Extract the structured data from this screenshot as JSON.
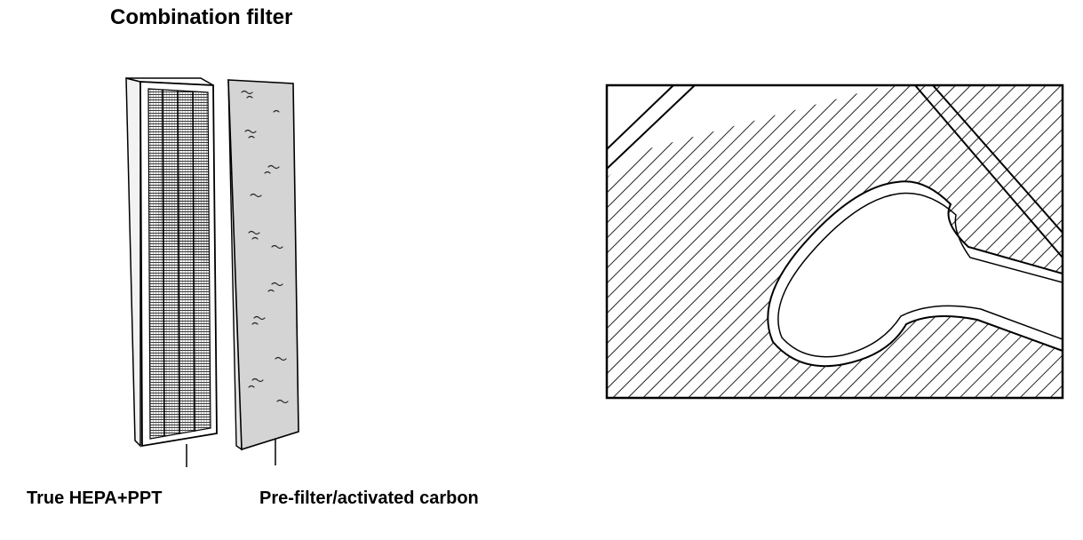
{
  "title": "Combination filter",
  "filters": [
    {
      "label": "True HEPA+PPT",
      "icon": "hepa-filter-icon"
    },
    {
      "label": "Pre-filter/activated carbon",
      "icon": "carbon-prefilter-icon"
    }
  ],
  "detail": {
    "icon": "filter-pleat-detail-icon"
  }
}
